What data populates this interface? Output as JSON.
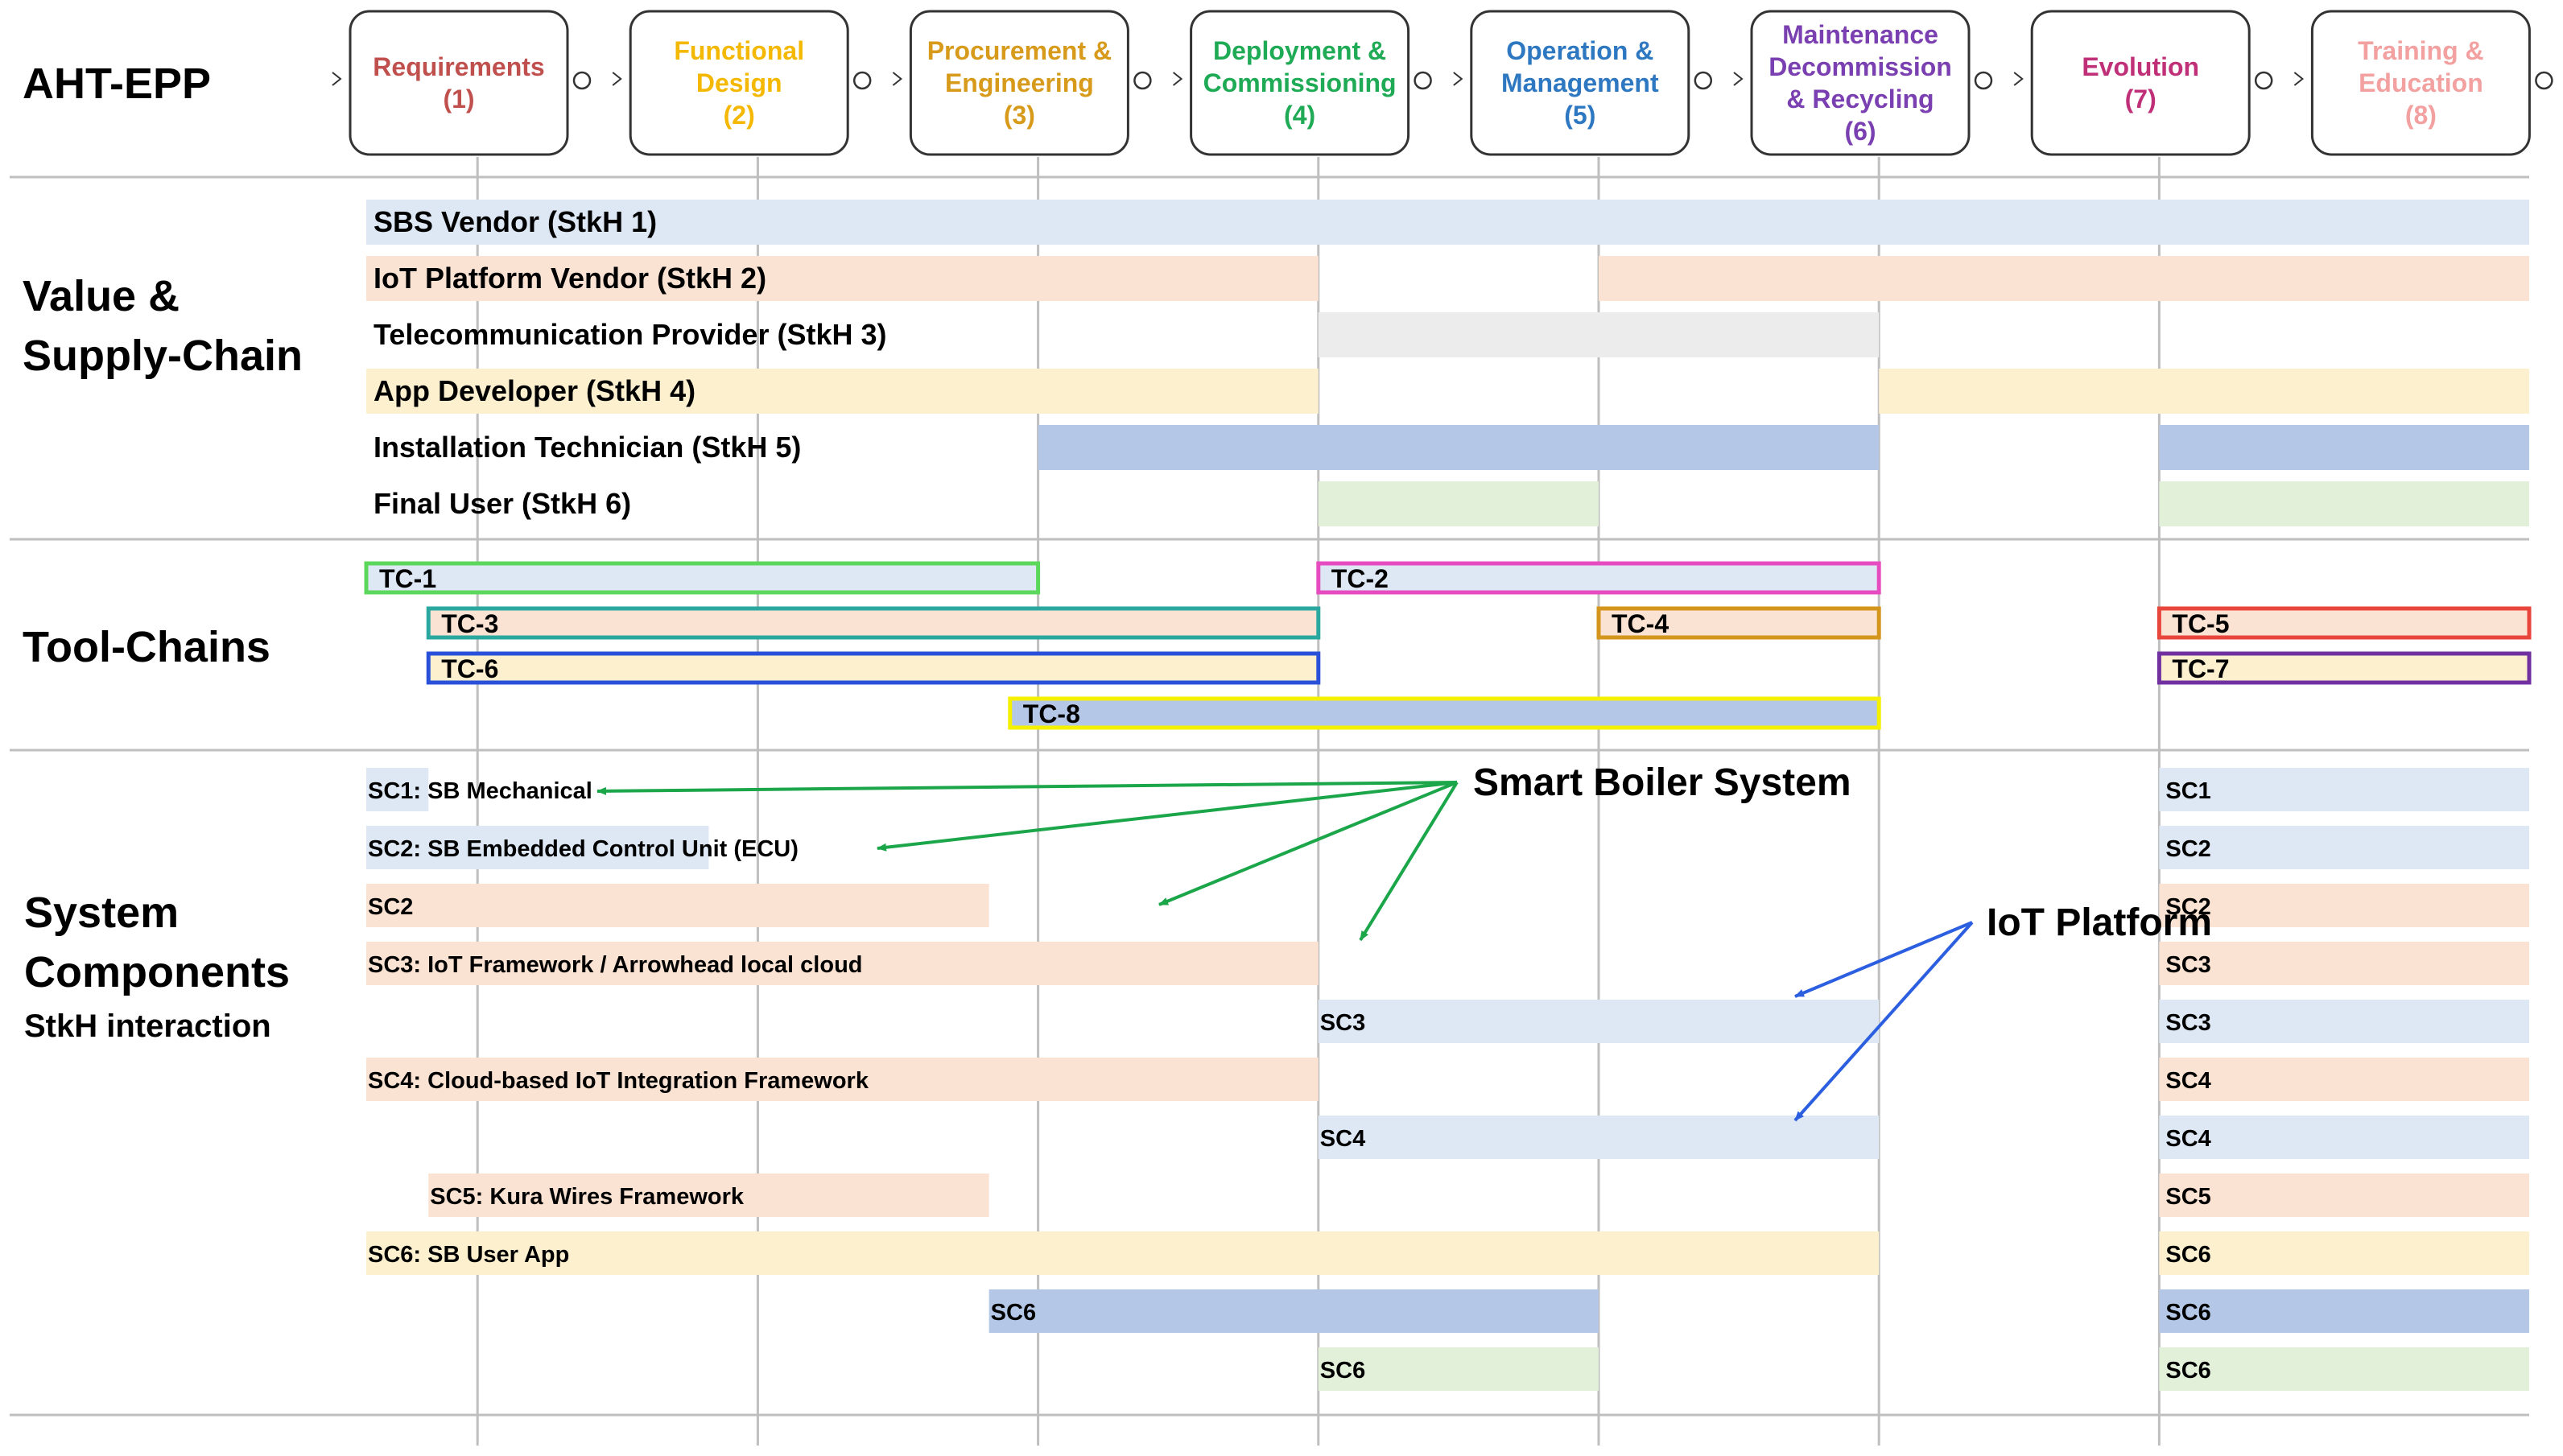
{
  "title": "AHT-EPP",
  "sections": {
    "value_chain": [
      "Value &",
      "Supply-Chain"
    ],
    "tool_chains": "Tool-Chains",
    "components": [
      "System",
      "Components"
    ],
    "components_sub": "StkH interaction"
  },
  "phases": [
    {
      "lines": [
        "Requirements",
        "(1)"
      ],
      "color": "#c0504d"
    },
    {
      "lines": [
        "Functional",
        "Design",
        "(2)"
      ],
      "color": "#f5b800"
    },
    {
      "lines": [
        "Procurement &",
        "Engineering",
        "(3)"
      ],
      "color": "#d79a1a"
    },
    {
      "lines": [
        "Deployment &",
        "Commissioning",
        "(4)"
      ],
      "color": "#1faa55"
    },
    {
      "lines": [
        "Operation &",
        "Management",
        "(5)"
      ],
      "color": "#2e78c2"
    },
    {
      "lines": [
        "Maintenance",
        "Decommission",
        "& Recycling",
        "(6)"
      ],
      "color": "#7a3fb0"
    },
    {
      "lines": [
        "Evolution",
        "(7)"
      ],
      "color": "#c03078"
    },
    {
      "lines": [
        "Training &",
        "Education",
        "(8)"
      ],
      "color": "#f2a0a0"
    }
  ],
  "palette": {
    "blue": "#dde8f4",
    "peach": "#fbe3d3",
    "grey": "#ececec",
    "yellow": "#fdf0cf",
    "slate": "#b5c7e6",
    "green": "#e2efd9",
    "arrow_green": "#1ba64a",
    "arrow_blue": "#2c5fe0",
    "grid": "#bfbfbf"
  },
  "stakeholders": [
    {
      "label": "SBS Vendor (StkH 1)",
      "color": "blue",
      "spans": [
        [
          0,
          8
        ]
      ]
    },
    {
      "label": "IoT Platform Vendor (StkH 2)",
      "color": "peach",
      "spans": [
        [
          0,
          4
        ],
        [
          5,
          8
        ]
      ]
    },
    {
      "label": "Telecommunication Provider (StkH 3)",
      "color": "grey",
      "spans": [
        [
          4,
          6
        ]
      ]
    },
    {
      "label": "App Developer (StkH 4)",
      "color": "yellow",
      "spans": [
        [
          0,
          4
        ],
        [
          6,
          8
        ]
      ]
    },
    {
      "label": "Installation Technician (StkH 5)",
      "color": "slate",
      "spans": [
        [
          3,
          6
        ],
        [
          7,
          8
        ]
      ]
    },
    {
      "label": "Final User (StkH 6)",
      "color": "green",
      "spans": [
        [
          4,
          5
        ],
        [
          7,
          8
        ]
      ]
    }
  ],
  "toolchains": [
    {
      "label": "TC-1",
      "row": 0,
      "span": [
        0,
        3
      ],
      "fill": "blue",
      "stroke": "#5bd85b"
    },
    {
      "label": "TC-2",
      "row": 0,
      "span": [
        4,
        6
      ],
      "fill": "blue",
      "stroke": "#e64bbf"
    },
    {
      "label": "TC-3",
      "row": 1,
      "span": [
        0.825,
        4
      ],
      "fill": "peach",
      "stroke": "#2aa8a0"
    },
    {
      "label": "TC-4",
      "row": 1,
      "span": [
        5,
        6
      ],
      "fill": "peach",
      "stroke": "#d4951c"
    },
    {
      "label": "TC-5",
      "row": 1,
      "span": [
        7,
        8
      ],
      "fill": "peach",
      "stroke": "#e8453c"
    },
    {
      "label": "TC-6",
      "row": 2,
      "span": [
        0.825,
        4
      ],
      "fill": "yellow",
      "stroke": "#2850d8"
    },
    {
      "label": "TC-7",
      "row": 2,
      "span": [
        7,
        8
      ],
      "fill": "yellow",
      "stroke": "#7030a0"
    },
    {
      "label": "TC-8",
      "row": 3,
      "span": [
        2.9,
        6
      ],
      "fill": "slate",
      "stroke": "#f5f000"
    }
  ],
  "components": [
    {
      "label": "SC1: SB Mechanical",
      "color": "blue",
      "span": [
        0,
        0.825
      ],
      "right": "SC1",
      "right_color": "blue"
    },
    {
      "label": "SC2: SB Embedded Control Unit (ECU)",
      "color": "blue",
      "span": [
        0,
        1.825
      ],
      "right": "SC2",
      "right_color": "blue"
    },
    {
      "label": "SC2",
      "color": "peach",
      "span": [
        0,
        2.825
      ],
      "right": "SC2",
      "right_color": "peach"
    },
    {
      "label": "SC3: IoT Framework / Arrowhead local cloud",
      "color": "peach",
      "span": [
        0,
        4
      ],
      "right": "SC3",
      "right_color": "peach"
    },
    {
      "label": "SC3",
      "color": "blue",
      "span": [
        4,
        6
      ],
      "right": "SC3",
      "right_color": "blue"
    },
    {
      "label": "SC4: Cloud-based IoT Integration Framework",
      "color": "peach",
      "span": [
        0,
        4
      ],
      "right": "SC4",
      "right_color": "peach"
    },
    {
      "label": "SC4",
      "color": "blue",
      "span": [
        4,
        6
      ],
      "right": "SC4",
      "right_color": "blue"
    },
    {
      "label": "SC5: Kura Wires Framework",
      "color": "peach",
      "span": [
        0.825,
        2.825
      ],
      "right": "SC5",
      "right_color": "peach"
    },
    {
      "label": "SC6: SB User App",
      "color": "yellow",
      "span": [
        0,
        6
      ],
      "right": "SC6",
      "right_color": "yellow"
    },
    {
      "label": "SC6",
      "color": "slate",
      "span": [
        2.825,
        5
      ],
      "right": "SC6",
      "right_color": "slate"
    },
    {
      "label": "SC6",
      "color": "green",
      "span": [
        4,
        5
      ],
      "right": "SC6",
      "right_color": "green"
    }
  ],
  "callouts": [
    {
      "label": "Smart Boiler System",
      "color": "arrow_green",
      "targets": [
        0,
        1,
        2,
        3
      ]
    },
    {
      "label": "IoT Platform",
      "color": "arrow_blue",
      "targets": [
        4,
        6
      ]
    }
  ]
}
